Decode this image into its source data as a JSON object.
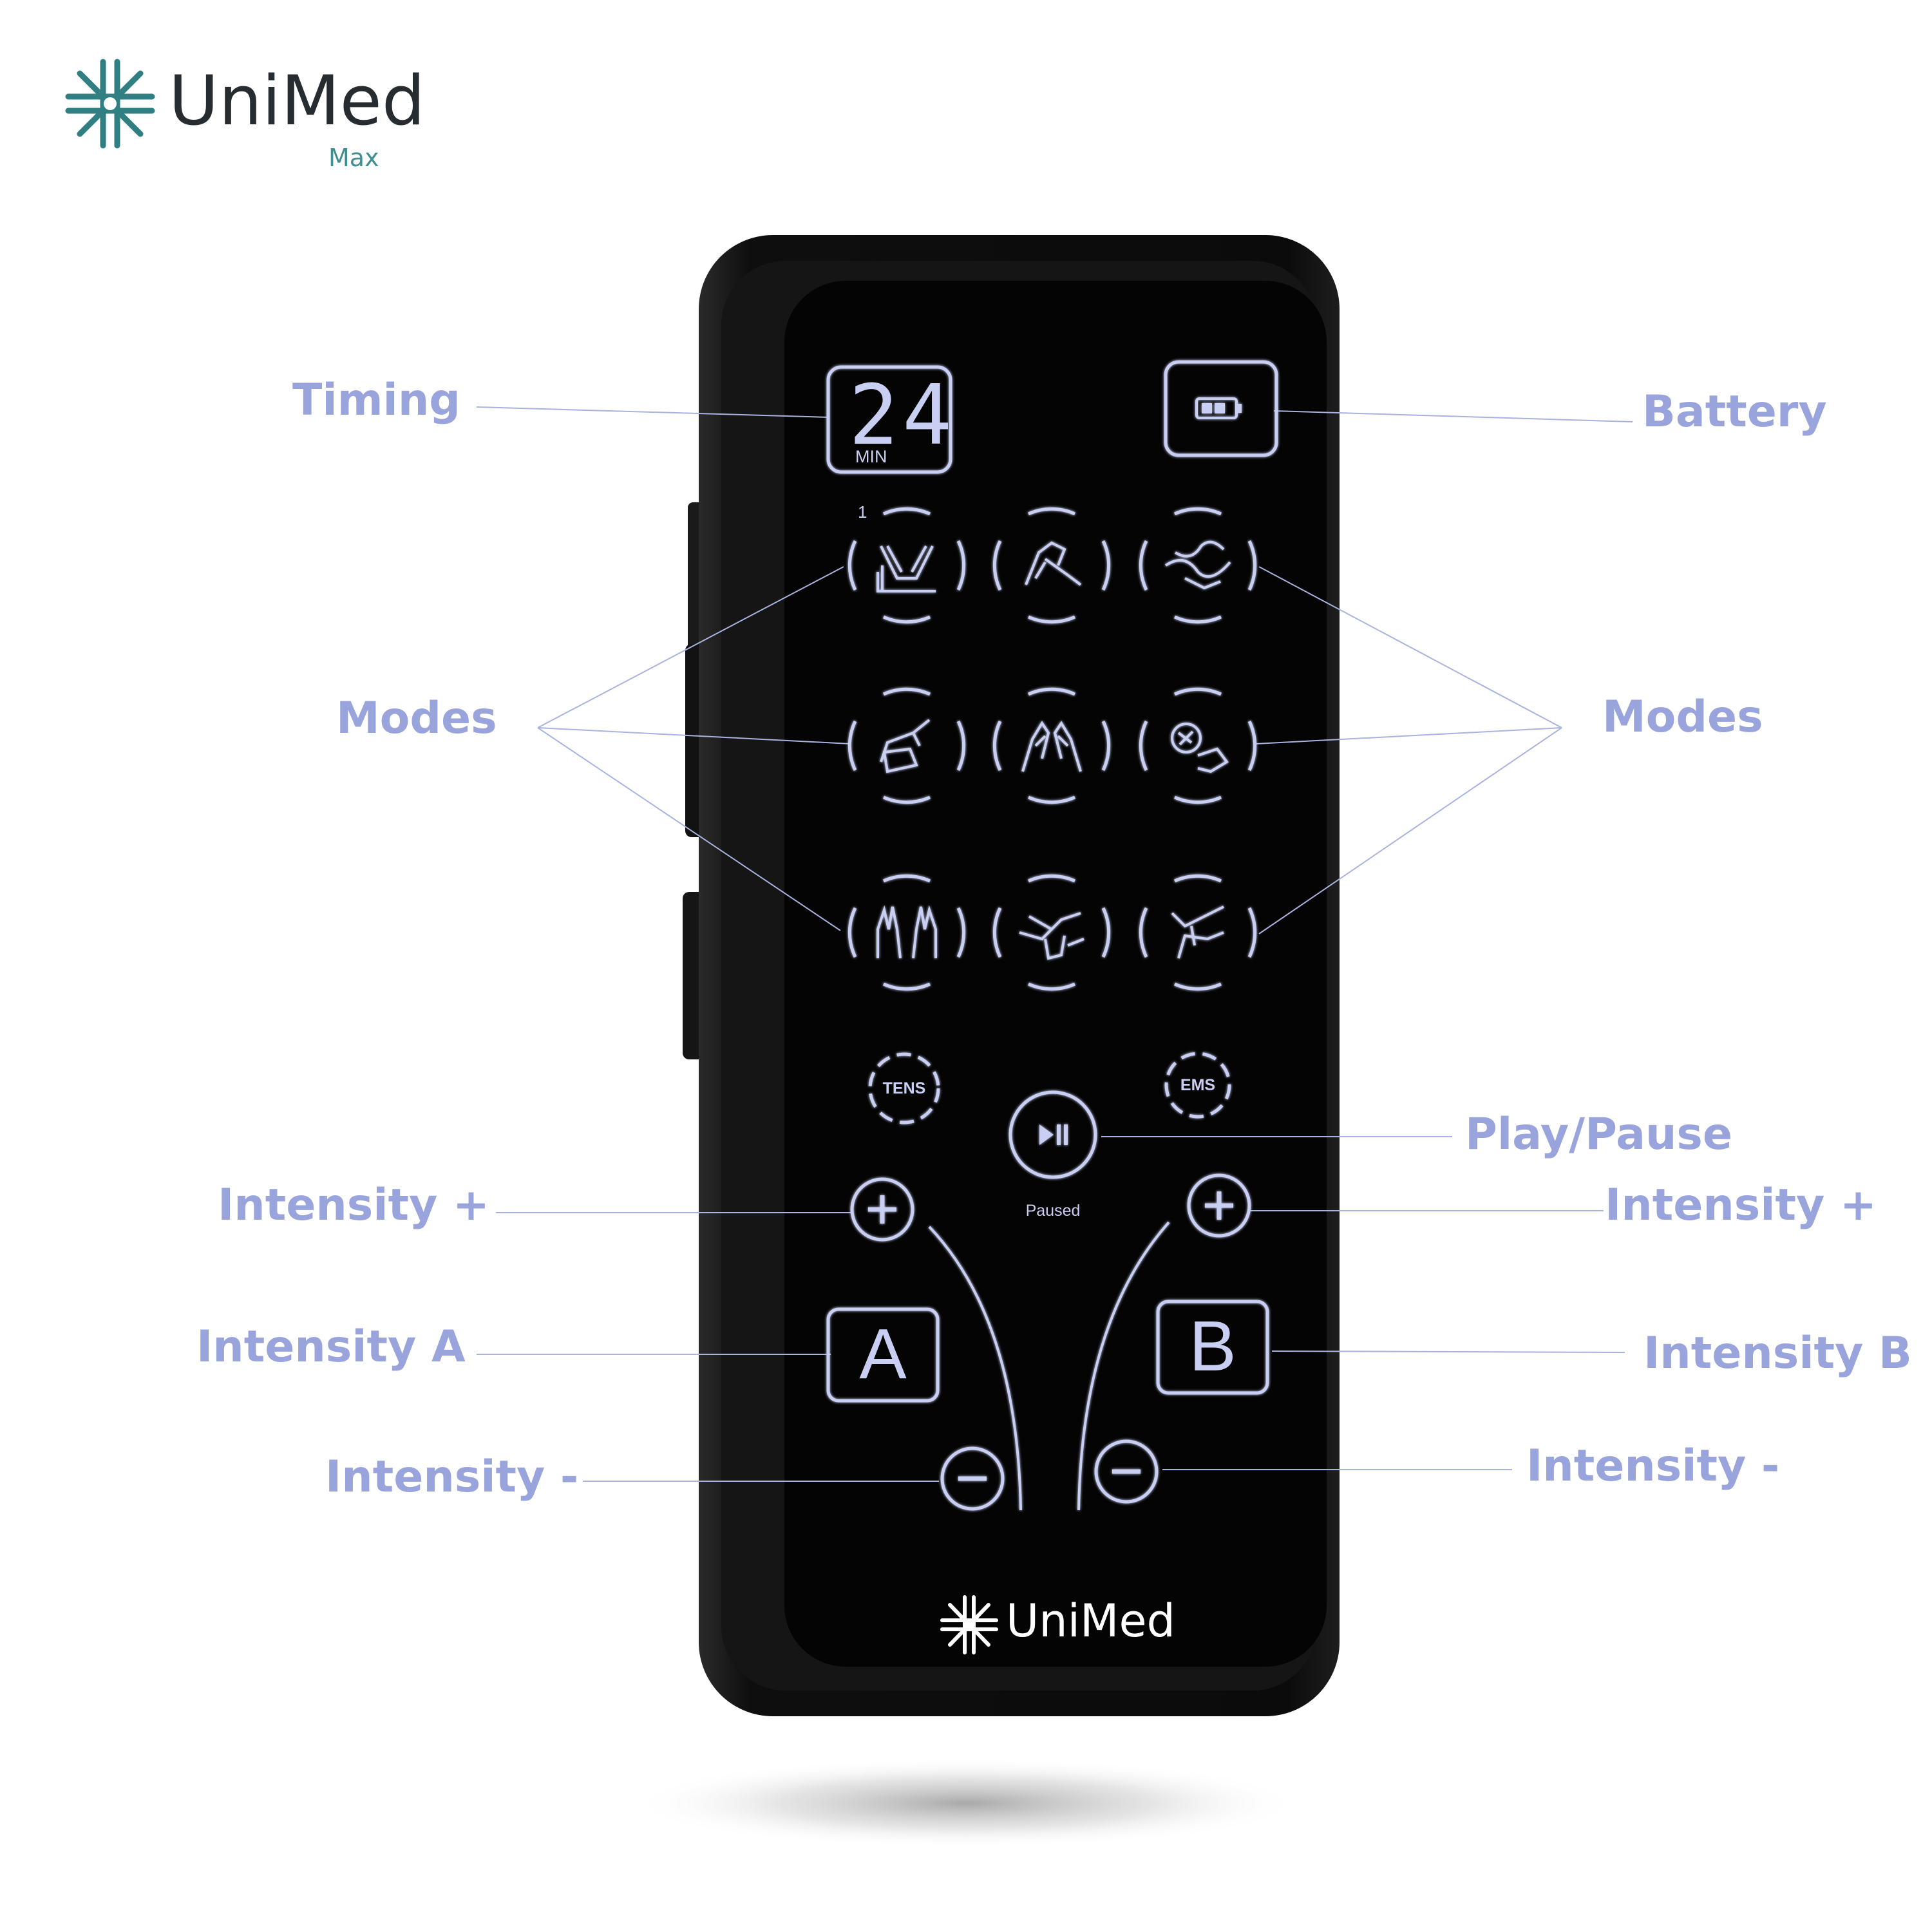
{
  "brand": {
    "name": "UniMed",
    "subtitle": "Max",
    "device_brand": "UniMed",
    "colors": {
      "teal": "#2f7f83",
      "dark": "#272c31",
      "callout": "#9aa4dc",
      "glow": "#c9cff2"
    }
  },
  "device": {
    "timer": {
      "value": "24",
      "unit": "MIN"
    },
    "first_mode_index": "1",
    "icons": {
      "battery": "battery-icon",
      "play_pause": "play-pause-icon",
      "plus": "plus-icon",
      "minus": "minus-icon",
      "modes": [
        "mode-1-icon",
        "mode-2-icon",
        "mode-3-icon",
        "mode-4-icon",
        "mode-5-icon",
        "mode-6-icon",
        "mode-7-icon",
        "mode-8-icon",
        "mode-9-icon"
      ]
    },
    "tens_label": "TENS",
    "ems_label": "EMS",
    "status": "Paused",
    "channel_a": "A",
    "channel_b": "B"
  },
  "callouts": {
    "timing": "Timing",
    "battery": "Battery",
    "modes_left": "Modes",
    "modes_right": "Modes",
    "play_pause": "Play/Pause",
    "intensity_plus_left": "Intensity +",
    "intensity_plus_right": "Intensity +",
    "intensity_a": "Intensity A",
    "intensity_b": "Intensity B",
    "intensity_minus_left": "Intensity -",
    "intensity_minus_right": "Intensity -"
  }
}
